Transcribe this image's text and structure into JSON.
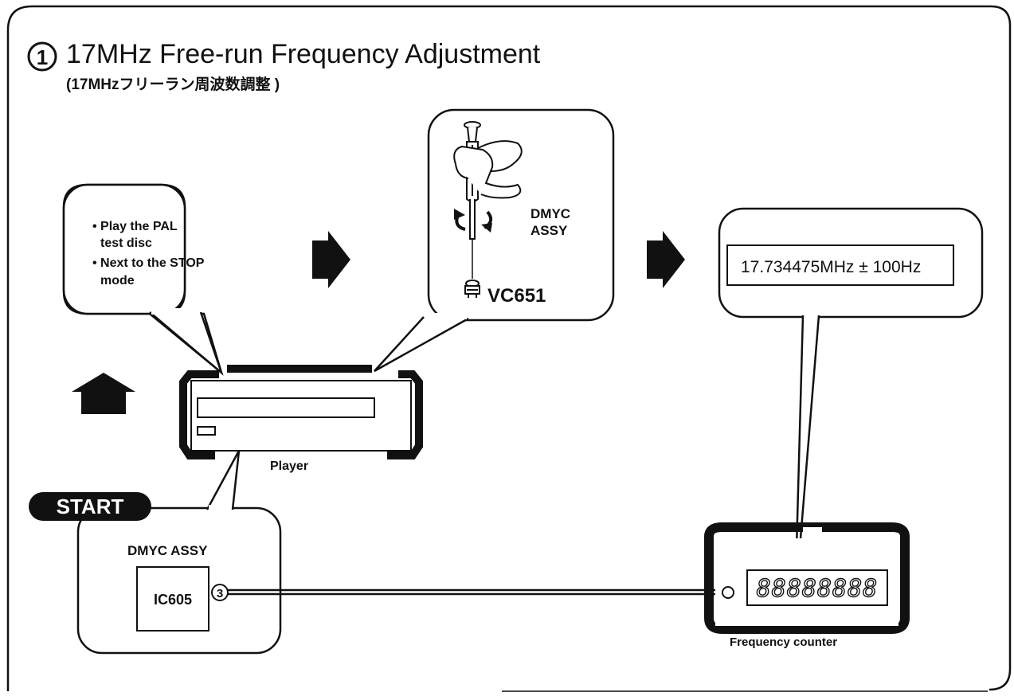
{
  "header": {
    "step_number": "1",
    "title": "17MHz Free-run Frequency Adjustment",
    "subtitle": "(17MHzフリーラン周波数調整 )"
  },
  "instructions": {
    "line1a": "• Play the PAL",
    "line1b": "test disc",
    "line2a": "• Next to the STOP",
    "line2b": "mode"
  },
  "adjustment": {
    "assembly_line1": "DMYC",
    "assembly_line2": "ASSY",
    "component": "VC651"
  },
  "target": {
    "spec": "17.734475MHz ± 100Hz"
  },
  "player": {
    "label": "Player"
  },
  "start_badge": "START",
  "source": {
    "assembly": "DMYC ASSY",
    "ic": "IC605",
    "pin": "3"
  },
  "counter": {
    "display": "88888888",
    "label": "Frequency counter"
  }
}
